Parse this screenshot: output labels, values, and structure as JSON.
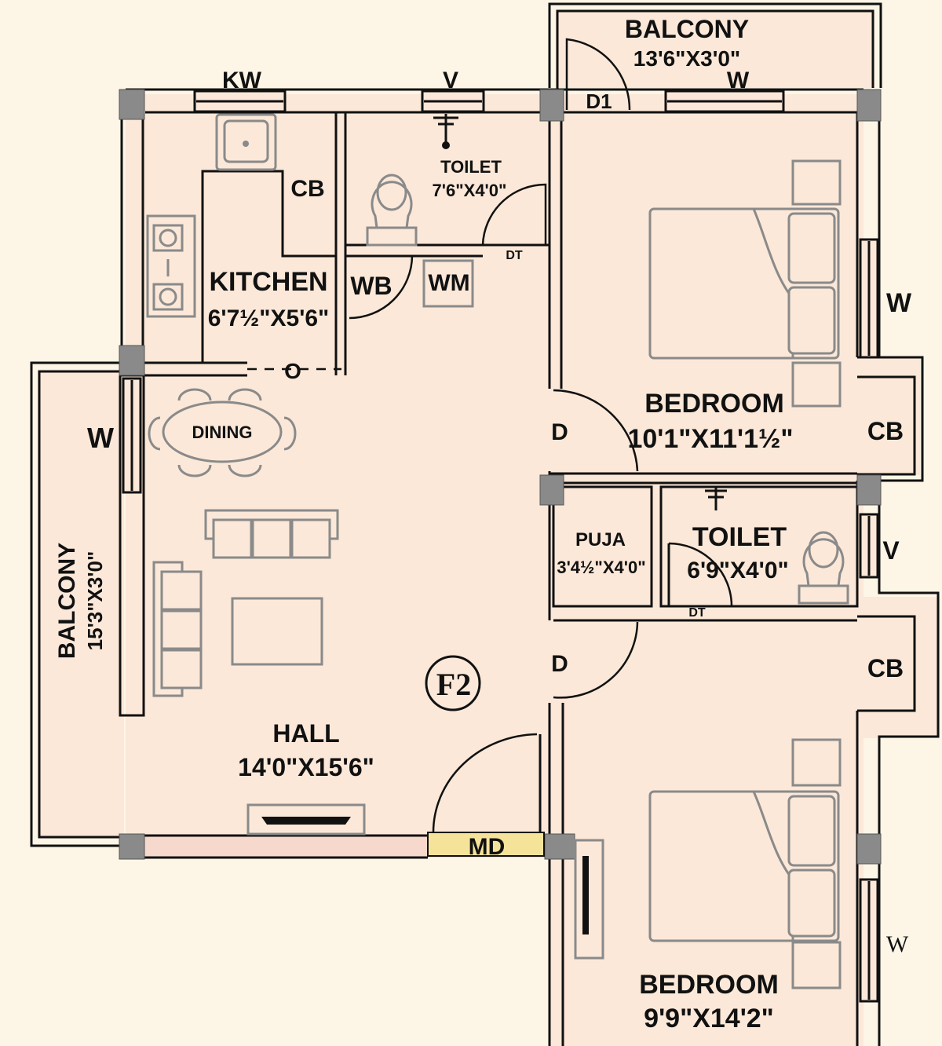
{
  "colors": {
    "background": "#fdf6e6",
    "floor": "#fbe8d8",
    "wall": "#111111",
    "furniture": "#8a8a8a",
    "column": "#8a8a8a"
  },
  "rooms": {
    "balcony_top": {
      "name": "BALCONY",
      "size": "13'6\"X3'0\""
    },
    "toilet_top": {
      "name": "TOILET",
      "size": "7'6\"X4'0\""
    },
    "kitchen": {
      "name": "KITCHEN",
      "size": "6'7½\"X5'6\""
    },
    "bedroom_1": {
      "name": "BEDROOM",
      "size": "10'1\"X11'1½\""
    },
    "puja": {
      "name": "PUJA",
      "size": "3'4½\"X4'0\""
    },
    "toilet_mid": {
      "name": "TOILET",
      "size": "6'9\"X4'0\""
    },
    "balcony_left": {
      "name": "BALCONY",
      "size": "15'3\"X3'0\""
    },
    "hall": {
      "name": "HALL",
      "size": "14'0\"X15'6\""
    },
    "bedroom_2": {
      "name": "BEDROOM",
      "size": "9'9\"X14'2\""
    }
  },
  "labels": {
    "kw": "KW",
    "v_top": "V",
    "v_right": "V",
    "d1": "D1",
    "w_balcony": "W",
    "w_bed1": "W",
    "w_hall": "W",
    "w_bed2": "W",
    "cb_kitchen": "CB",
    "cb_bed1": "CB",
    "cb_bed2": "CB",
    "wb": "WB",
    "wm": "WM",
    "dt_top": "DT",
    "dt_mid": "DT",
    "o": "O",
    "dining": "DINING",
    "d_bed1": "D",
    "d_bed2": "D",
    "md": "MD",
    "flat_tag": "F2"
  }
}
